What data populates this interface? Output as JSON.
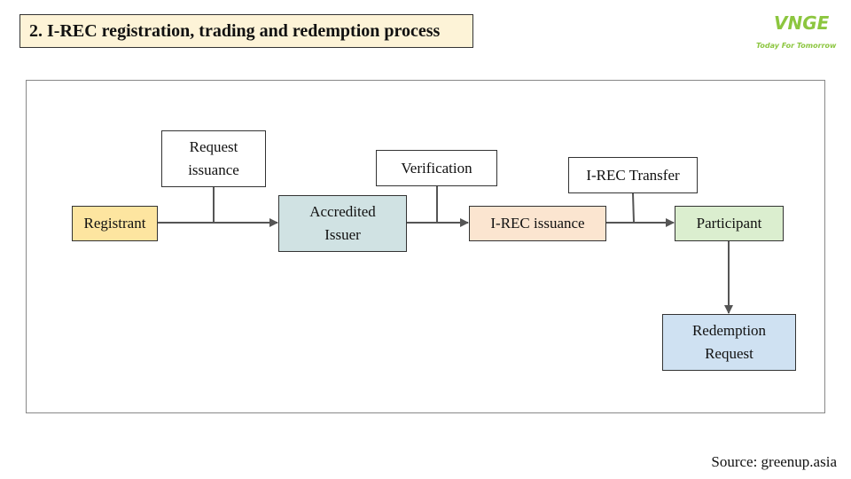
{
  "header": {
    "title": "2. I-REC registration, trading and redemption process"
  },
  "logo": {
    "mark": "VNGE",
    "tagline": "Today For Tomorrow",
    "color": "#8cc63f"
  },
  "nodes": {
    "registrant": {
      "label": "Registrant",
      "fill": "#fde5a0"
    },
    "request_issuance": {
      "label": "Request\nissuance",
      "fill": "#ffffff"
    },
    "accredited_issuer": {
      "label": "Accredited\nIssuer",
      "fill": "#d0e2e3"
    },
    "verification": {
      "label": "Verification",
      "fill": "#ffffff"
    },
    "irec_issuance": {
      "label": "I-REC issuance",
      "fill": "#fbe5d0"
    },
    "irec_transfer": {
      "label": "I-REC Transfer",
      "fill": "#ffffff"
    },
    "participant": {
      "label": "Participant",
      "fill": "#dbeecf"
    },
    "redemption_request": {
      "label": "Redemption\nRequest",
      "fill": "#cfe1f2"
    }
  },
  "footer": {
    "source": "Source: greenup.asia"
  }
}
